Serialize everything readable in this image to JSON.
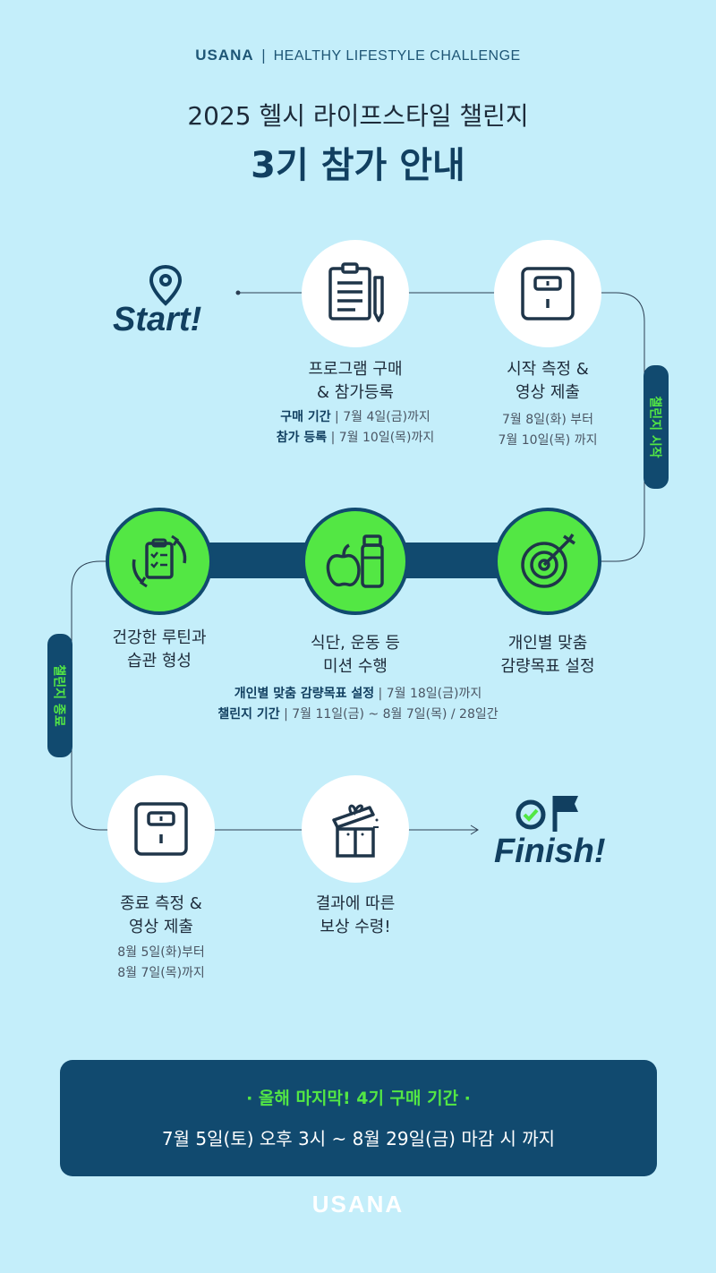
{
  "header": {
    "brand": "USANA",
    "separator": "|",
    "tagline": "HEALTHY LIFESTYLE CHALLENGE",
    "title": "2025 헬시 라이프스타일 챌린지",
    "headline": "3기 참가 안내"
  },
  "start": {
    "label": "Start!",
    "icon": "location-pin-icon"
  },
  "steps": [
    {
      "icon": "clipboard-pen-icon",
      "title_lines": [
        "프로그램 구매",
        "& 참가등록"
      ],
      "details": [
        {
          "key": "구매 기간",
          "sep": " | ",
          "value": "7월 4일(금)까지"
        },
        {
          "key": "참가 등록",
          "sep": " | ",
          "value": "7월 10일(목)까지"
        }
      ]
    },
    {
      "icon": "scale-icon",
      "title_lines": [
        "시작 측정 &",
        "영상 제출"
      ],
      "dates": [
        "7월 8일(화) 부터",
        "7월 10일(목) 까지"
      ]
    },
    {
      "icon": "target-arrow-icon",
      "title_lines": [
        "개인별 맞춤",
        "감량목표 설정"
      ]
    },
    {
      "icon": "apple-shaker-icon",
      "title_lines": [
        "식단, 운동 등",
        "미션 수행"
      ]
    },
    {
      "icon": "clipboard-cycle-icon",
      "title_lines": [
        "건강한 루틴과",
        "습관 형성"
      ]
    },
    {
      "icon": "scale-icon",
      "title_lines": [
        "종료 측정 &",
        "영상 제출"
      ],
      "dates": [
        "8월 5일(화)부터",
        "8월 7일(목)까지"
      ]
    },
    {
      "icon": "gift-box-icon",
      "title_lines": [
        "결과에 따른",
        "보상 수령!"
      ]
    }
  ],
  "mid_details": [
    {
      "key": "개인별 맞춤 감량목표 설정",
      "sep": " | ",
      "value": "7월 18일(금)까지"
    },
    {
      "key": "챌린지 기간",
      "sep": " | ",
      "value": "7월 11일(금) ~ 8월 7일(목) / 28일간"
    }
  ],
  "tabs": {
    "start_tab": "챌린지 시작",
    "end_tab": "챌린지 종료"
  },
  "finish": {
    "label": "Finish!",
    "icon": "flag-check-icon"
  },
  "banner": {
    "heading": "· 올해 마지막! 4기 구매 기간 ·",
    "period": "7월 5일(토) 오후 3시 ~ 8월 29일(금) 마감 시 까지"
  },
  "footer": {
    "brand": "USANA"
  },
  "colors": {
    "background": "#c4eefa",
    "navy": "#114a6f",
    "green": "#53e744",
    "text": "#1d2b3a"
  }
}
